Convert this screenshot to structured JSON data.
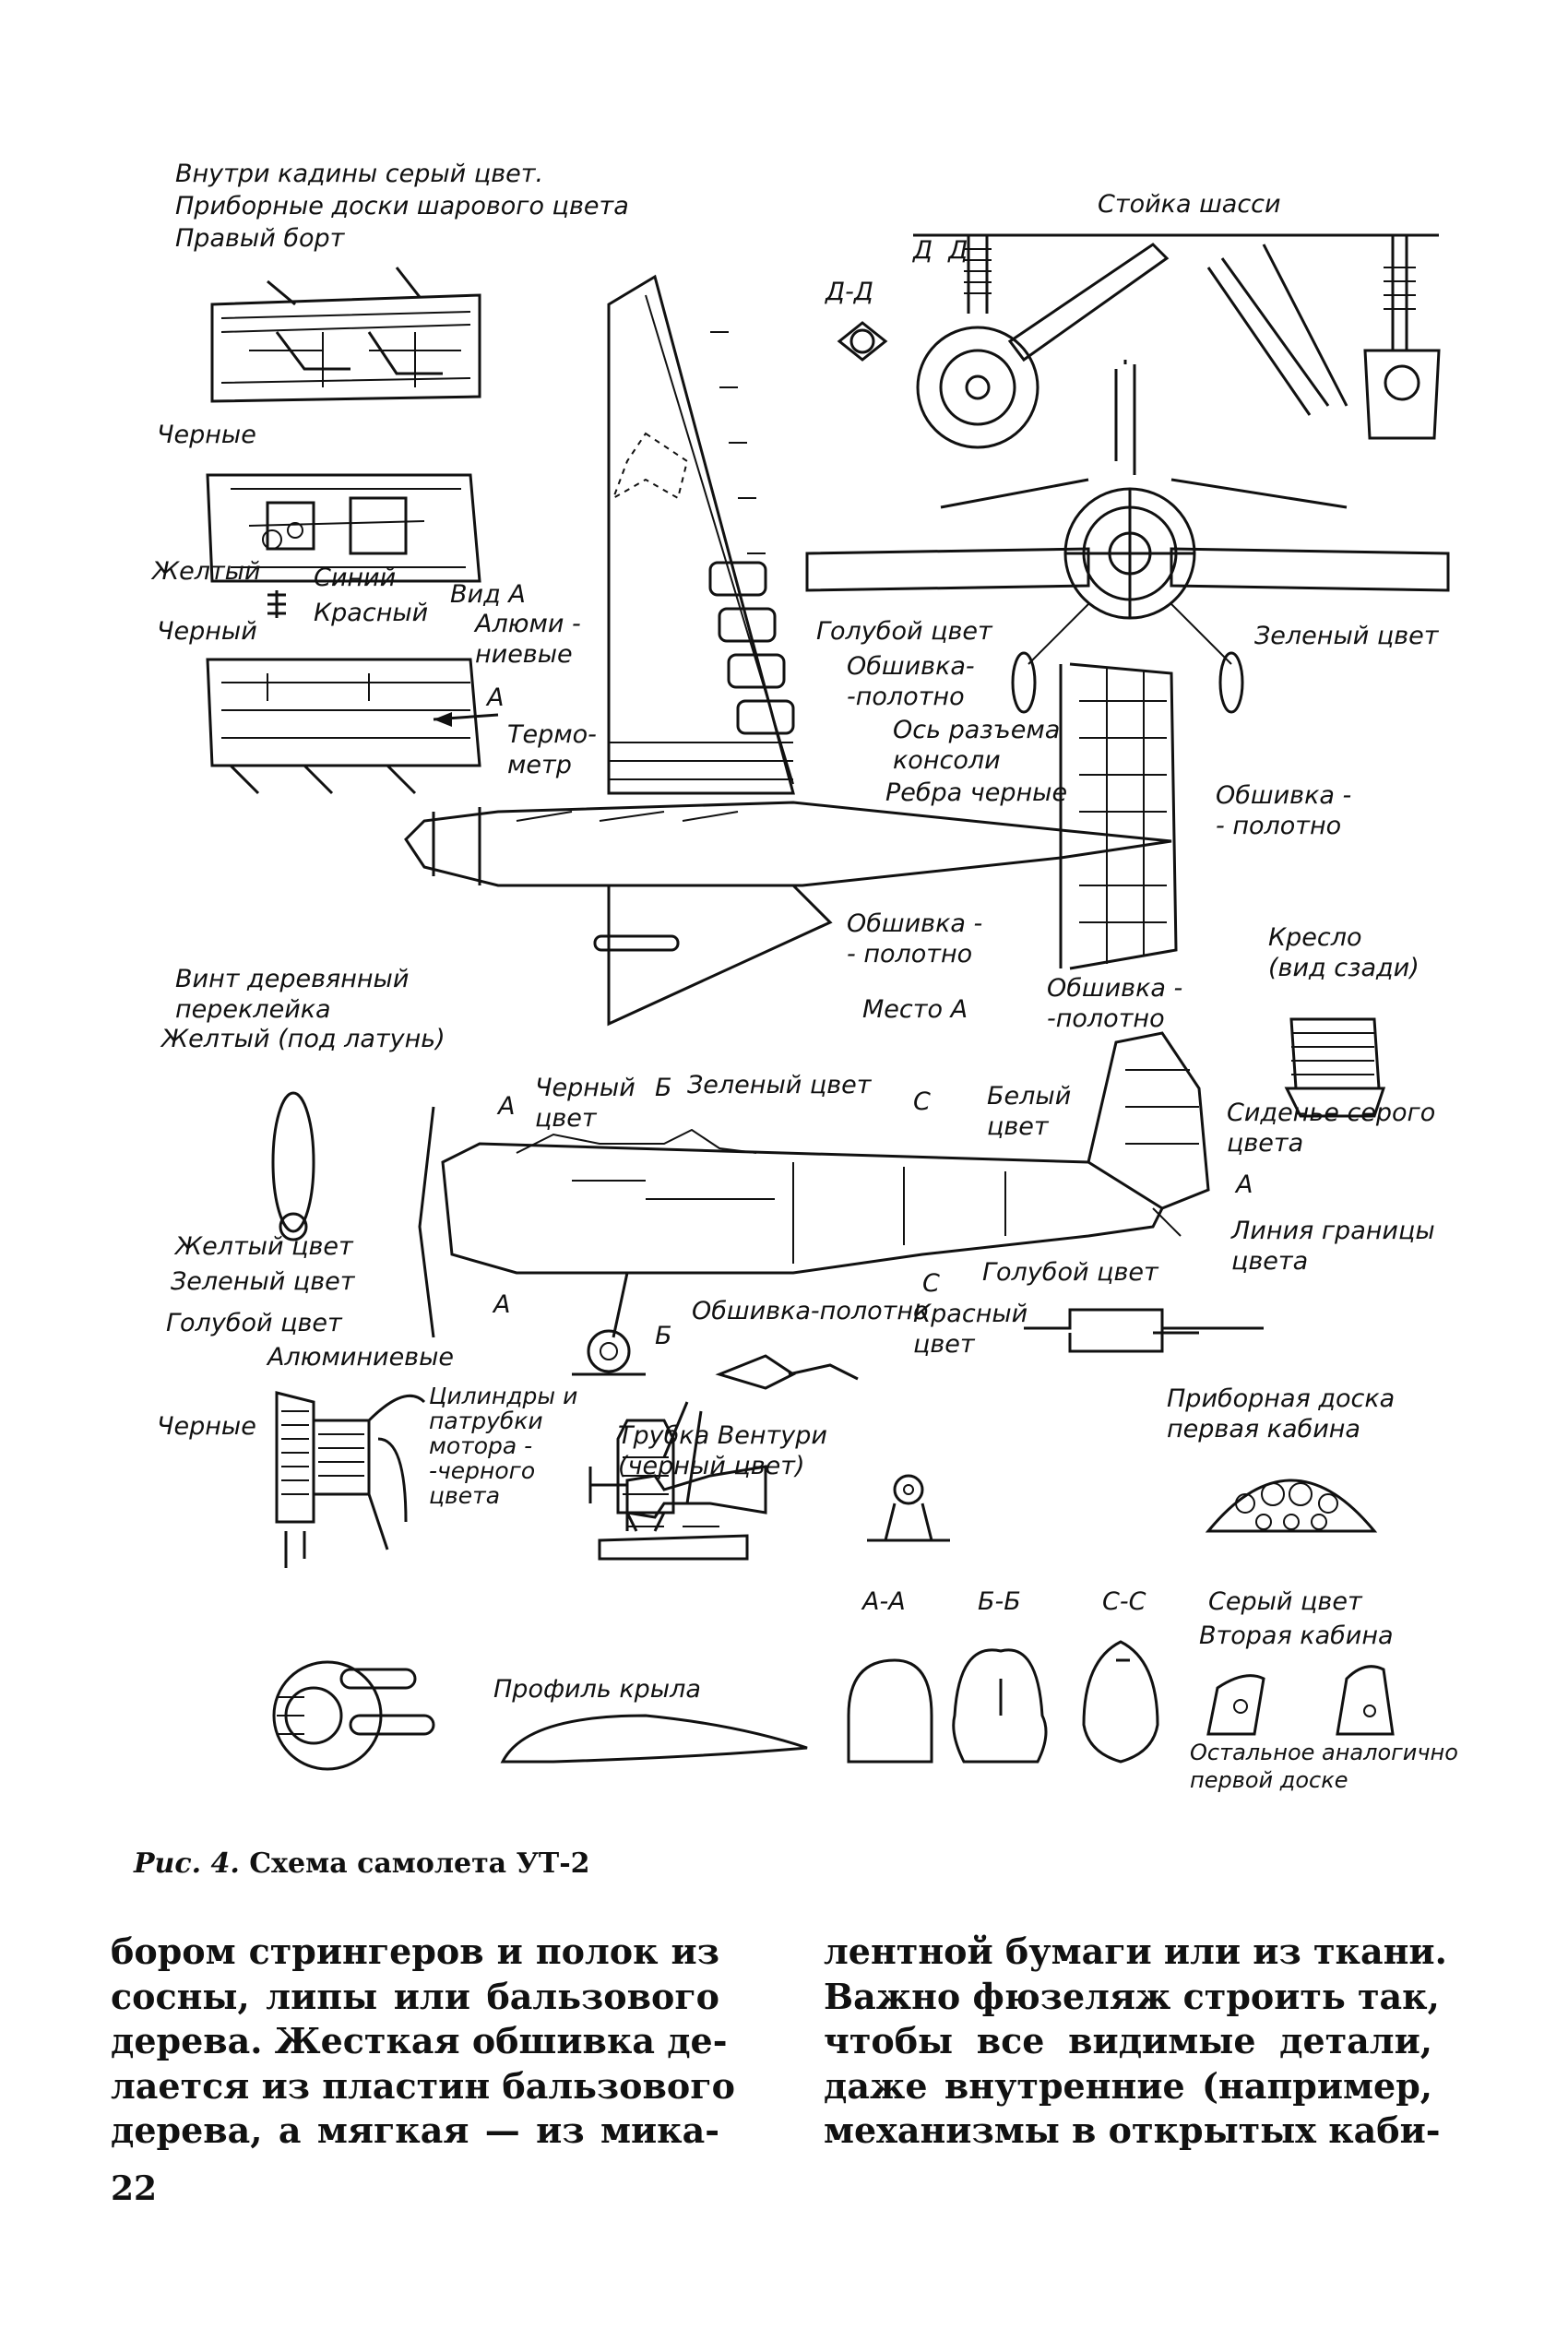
{
  "figure": {
    "labels": {
      "cabin_inside": "Внутри кадины серый цвет.",
      "panels_color": "Приборные доски шарового цвета",
      "right_side": "Правый борт",
      "landing_strut": "Стойка шасси",
      "section_dd_top": "Д  Д",
      "section_dd": "Д-Д",
      "black_1": "Черные",
      "yellow_1": "Желтый",
      "blue_1": "Синий",
      "black_2": "Черный",
      "red_1": "Красный",
      "view_a": "Вид А",
      "aluminium_1": "Алюми -\nниевые",
      "arrow_a": "А",
      "thermometer": "Термо-\nметр",
      "light_blue_1": "Голубой цвет",
      "skin_fabric_1": "Обшивка-\n-полотно",
      "console_axis": "Ось разъема\nконсоли",
      "ribs_black": "Ребра черные",
      "green_1": "Зеленый цвет",
      "skin_fabric_2": "Обшивка -\n- полотно",
      "skin_fabric_3": "Обшивка -\n- полотно",
      "prop_wood": "Винт деревянный\nпереклейка",
      "prop_yellow": "Желтый (под латунь)",
      "seat_back": "Кресло\n(вид сзади)",
      "place_a": "Место А",
      "skin_fabric_4": "Обшивка -\n-полотно",
      "a_top": "А",
      "black_color": "Черный\nцвет",
      "b_top": "Б",
      "green_2": "Зеленый цвет",
      "c_top": "С",
      "white_color": "Белый\nцвет",
      "seat_grey": "Сиденье серого\nцвета",
      "a_right": "А",
      "color_line": "Линия границы\nцвета",
      "yellow_2": "Желтый цвет",
      "green_3": "Зеленый цвет",
      "light_blue_2": "Голубой цвет",
      "light_blue_3": "Голубой цвет",
      "a_bottom": "А",
      "c_bottom": "С",
      "skin_fabric_5": "Обшивка-полотно",
      "red_color": "Красный\nцвет",
      "b_bottom": "Б",
      "aluminium_2": "Алюминиевые",
      "black_3": "Черные",
      "cylinders": "Цилиндры и\nпатрубки\nмотора -\n-черного\nцвета",
      "venturi": "Трубка Вентури\n(черный цвет)",
      "panel_first": "Приборная доска\nпервая кабина",
      "sec_aa": "А-А",
      "sec_bb": "Б-Б",
      "sec_cc": "С-С",
      "grey_color": "Серый цвет",
      "second_cabin": "Вторая кабина",
      "wing_profile": "Профиль крыла",
      "rest_same": "Остальное аналогично\nпервой доске"
    }
  },
  "caption": {
    "label": "Рис. 4.",
    "text": " Схема самолета УТ-2"
  },
  "body": {
    "left_lines": [
      "бором стрингеров и полок из",
      "сосны, липы или бальзового",
      "дерева. Жесткая обшивка де-",
      "лается из пластин бальзового",
      "дерева, а мягкая — из мика-"
    ],
    "right_lines": [
      "лентной бумаги или из ткани.",
      "Важно фюзеляж строить так,",
      "чтобы все видимые детали,",
      "даже внутренние (например,",
      "механизмы в открытых каби-"
    ]
  },
  "page_number": "22"
}
